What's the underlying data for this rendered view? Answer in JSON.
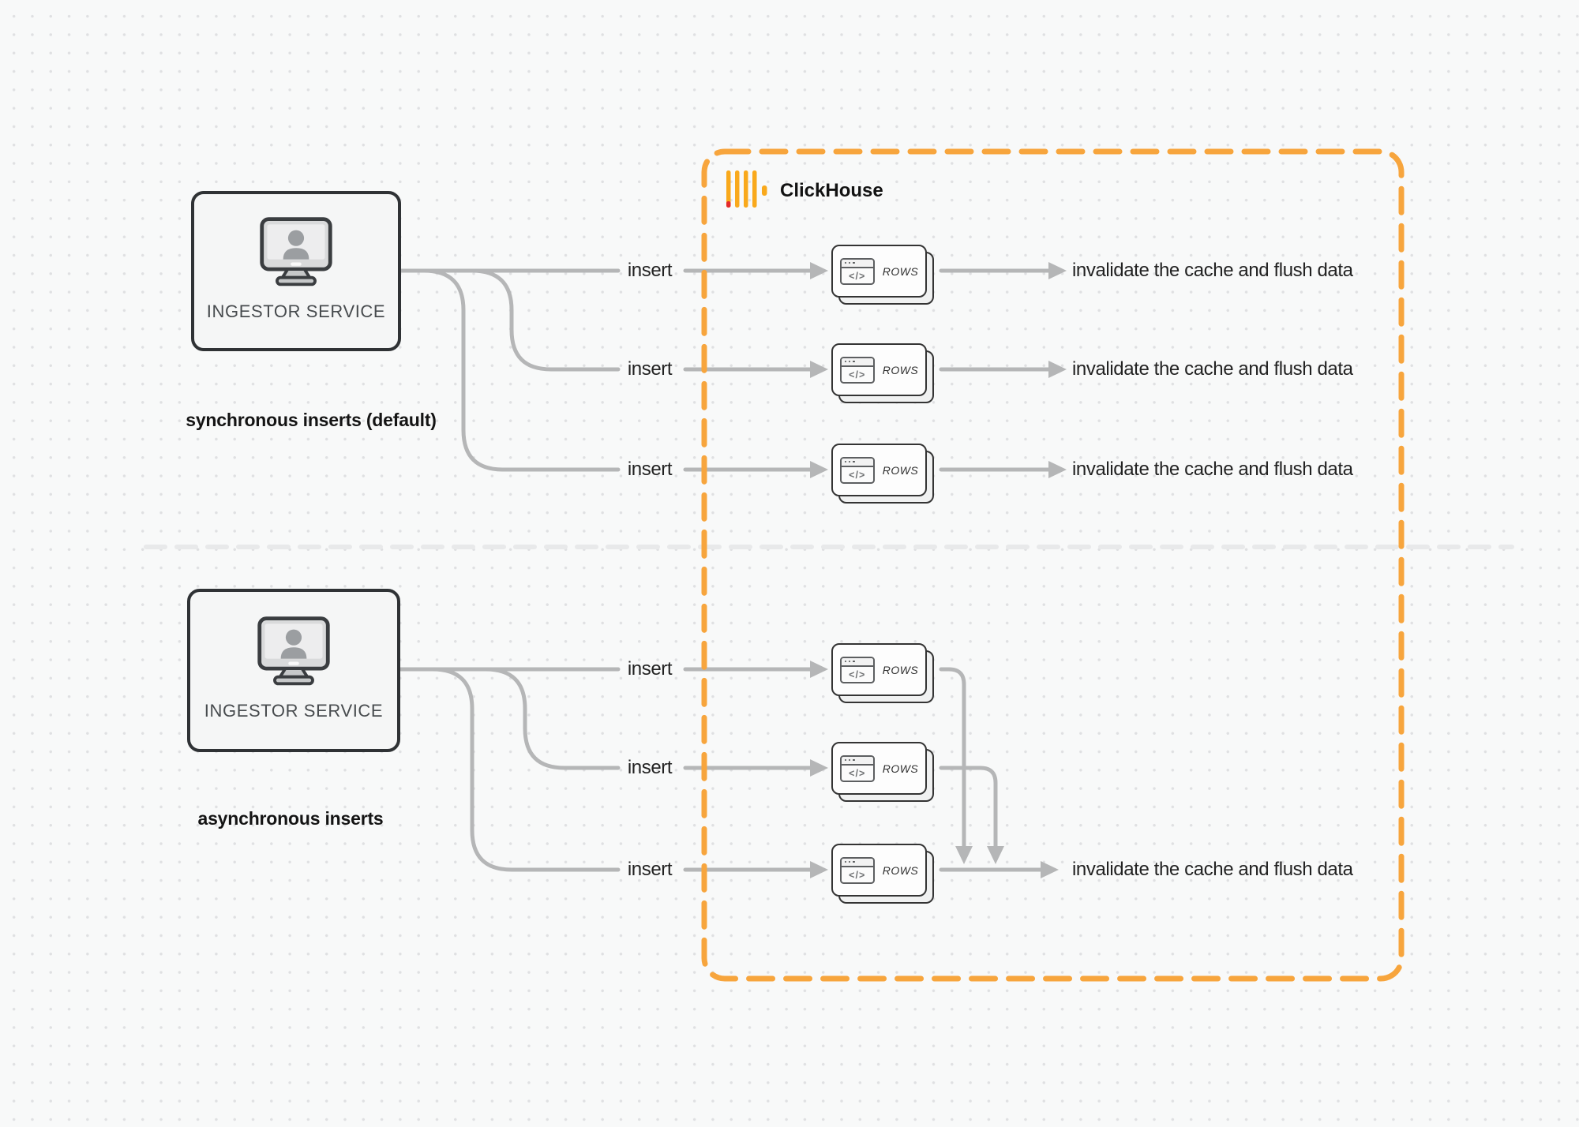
{
  "clickhouse": {
    "title": "ClickHouse"
  },
  "sections": {
    "sync": {
      "label": "synchronous inserts (default)",
      "service_label": "INGESTOR SERVICE",
      "rows": [
        {
          "insert": "insert",
          "node": "ROWS",
          "node_icon": "</>",
          "result": "invalidate the cache and flush data"
        },
        {
          "insert": "insert",
          "node": "ROWS",
          "node_icon": "</>",
          "result": "invalidate the cache and flush data"
        },
        {
          "insert": "insert",
          "node": "ROWS",
          "node_icon": "</>",
          "result": "invalidate the cache and flush data"
        }
      ]
    },
    "async": {
      "label": "asynchronous inserts",
      "service_label": "INGESTOR SERVICE",
      "rows": [
        {
          "insert": "insert",
          "node": "ROWS",
          "node_icon": "</>"
        },
        {
          "insert": "insert",
          "node": "ROWS",
          "node_icon": "</>"
        },
        {
          "insert": "insert",
          "node": "ROWS",
          "node_icon": "</>",
          "result": "invalidate the cache and flush data"
        }
      ]
    }
  },
  "colors": {
    "boundary_orange": "#F7A53D",
    "logo_yellow": "#F9A91C",
    "logo_red": "#E42A2B",
    "connector_gray": "#b5b6b7",
    "divider_gray": "#e8e9ea"
  }
}
